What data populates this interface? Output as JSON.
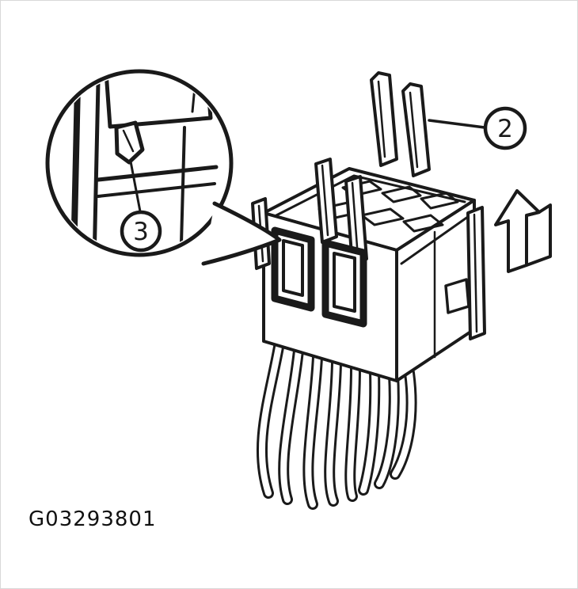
{
  "colors": {
    "ink": "#1a1a1a",
    "paper": "#ffffff"
  },
  "figure": {
    "id_label": "G03293801",
    "callouts": [
      {
        "label": "2"
      },
      {
        "label": "3"
      }
    ],
    "arrow": {
      "direction": "up"
    }
  }
}
